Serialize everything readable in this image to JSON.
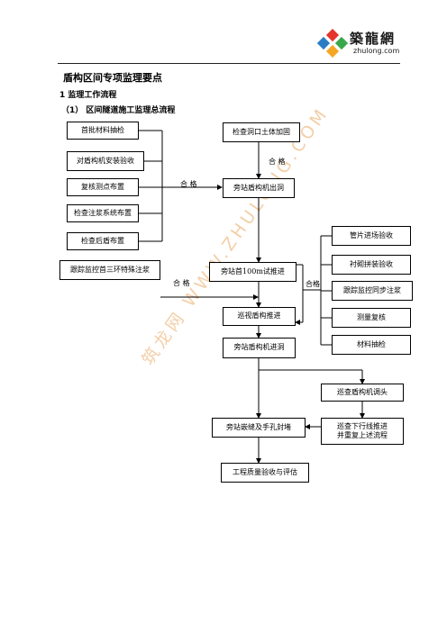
{
  "header": {
    "logo_cn": "築龍網",
    "logo_en": "zhulong.com",
    "logo_colors": [
      "#e5342b",
      "#2a7dc4",
      "#3aa84a",
      "#f5a623"
    ]
  },
  "doc": {
    "title": "盾构区间专项监理要点",
    "section": "1  监理工作流程",
    "subsection": "（1）  区间隧道施工监理总流程"
  },
  "watermark": "筑龙网 WWW.ZHULONG.COM",
  "flow": {
    "left_boxes": [
      "首批材料抽检",
      "对盾构机安装验收",
      "复核测点布置",
      "检查注浆系统布置",
      "检查后盾布置"
    ],
    "track_box": "跟踪监控首三环特殊注浆",
    "main_boxes": [
      "检查洞口土体加固",
      "旁站盾构机出洞",
      "旁站首100m试推进",
      "巡视盾构推进",
      "旁站盾构机进洞",
      "旁站嵌缝及手孔封堵",
      "工程质量验收与评估"
    ],
    "right_boxes": [
      "管片进场验收",
      "衬砌拼装验收",
      "跟踪监控同步注浆",
      "测量复核",
      "材料抽检"
    ],
    "lower_right_boxes": [
      "巡查盾构机调头",
      "巡查下行线推进\n并重复上述流程"
    ],
    "label_pass_top": "合  格",
    "label_pass_left": "合  格",
    "label_pass_track": "合  格",
    "label_pass_right": "合格"
  }
}
